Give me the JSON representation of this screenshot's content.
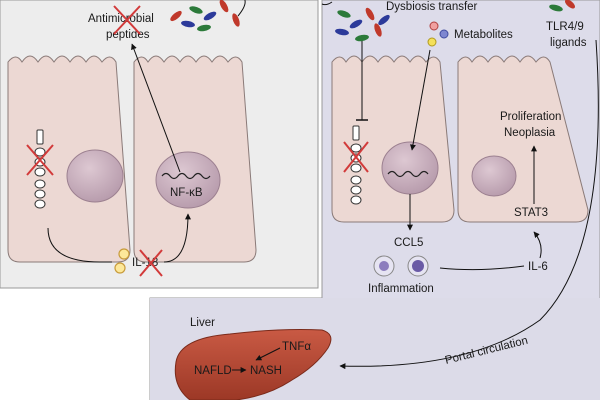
{
  "left_panel": {
    "antimicrobial_line1": "Antimicrobial",
    "antimicrobial_line2": "peptides",
    "nfkb": "NF-κB",
    "il18": "IL-18"
  },
  "right_panel": {
    "dysbiosis": "Dysbiosis transfer",
    "metabolites": "Metabolites",
    "tlr_line1": "TLR4/9",
    "tlr_line2": "ligands",
    "proliferation": "Proliferation",
    "neoplasia": "Neoplasia",
    "stat3": "STAT3",
    "ccl5": "CCL5",
    "inflammation": "Inflammation",
    "il6": "IL-6"
  },
  "liver_panel": {
    "liver": "Liver",
    "tnfa": "TNFα",
    "nafld": "NAFLD",
    "nash": "NASH",
    "portal": "Portal circulation"
  },
  "colors": {
    "left_panel_bg": "#ededed",
    "right_panel_bg": "#dddcea",
    "liver_panel_bg": "#dcdbe8",
    "cell_fill": "#ecd8d3",
    "nucleus": "#c7aebb",
    "liver_fill": "#b54a35",
    "cross": "#d23a3a"
  }
}
